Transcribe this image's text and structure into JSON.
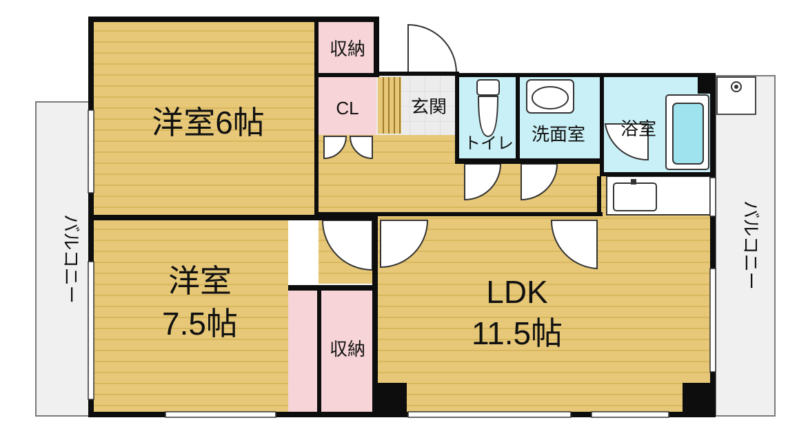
{
  "rooms": {
    "western_6": {
      "label": "洋室6帖"
    },
    "western_75_line1": {
      "label": "洋室"
    },
    "western_75_line2": {
      "label": "7.5帖"
    },
    "ldk_line1": {
      "label": "LDK"
    },
    "ldk_line2": {
      "label": "11.5帖"
    },
    "storage_top": {
      "label": "収納"
    },
    "storage_mid": {
      "label": "収納"
    },
    "closet": {
      "label": "CL"
    },
    "entrance": {
      "label": "玄関"
    },
    "toilet": {
      "label": "トイレ"
    },
    "washroom": {
      "label": "洗面室"
    },
    "bathroom": {
      "label": "浴室"
    },
    "balcony_left": {
      "label": "バルコニー"
    },
    "balcony_right": {
      "label": "バルコニー"
    }
  },
  "colors": {
    "floor_wood": "#e6c878",
    "floor_stripe": "#d9b75e",
    "storage_pink": "#f6d4d7",
    "wet_area": "#c9f0f6",
    "entrance_tile": "#ececec",
    "balcony_gray": "#f0f0f0",
    "wall": "#0d0d0d"
  }
}
